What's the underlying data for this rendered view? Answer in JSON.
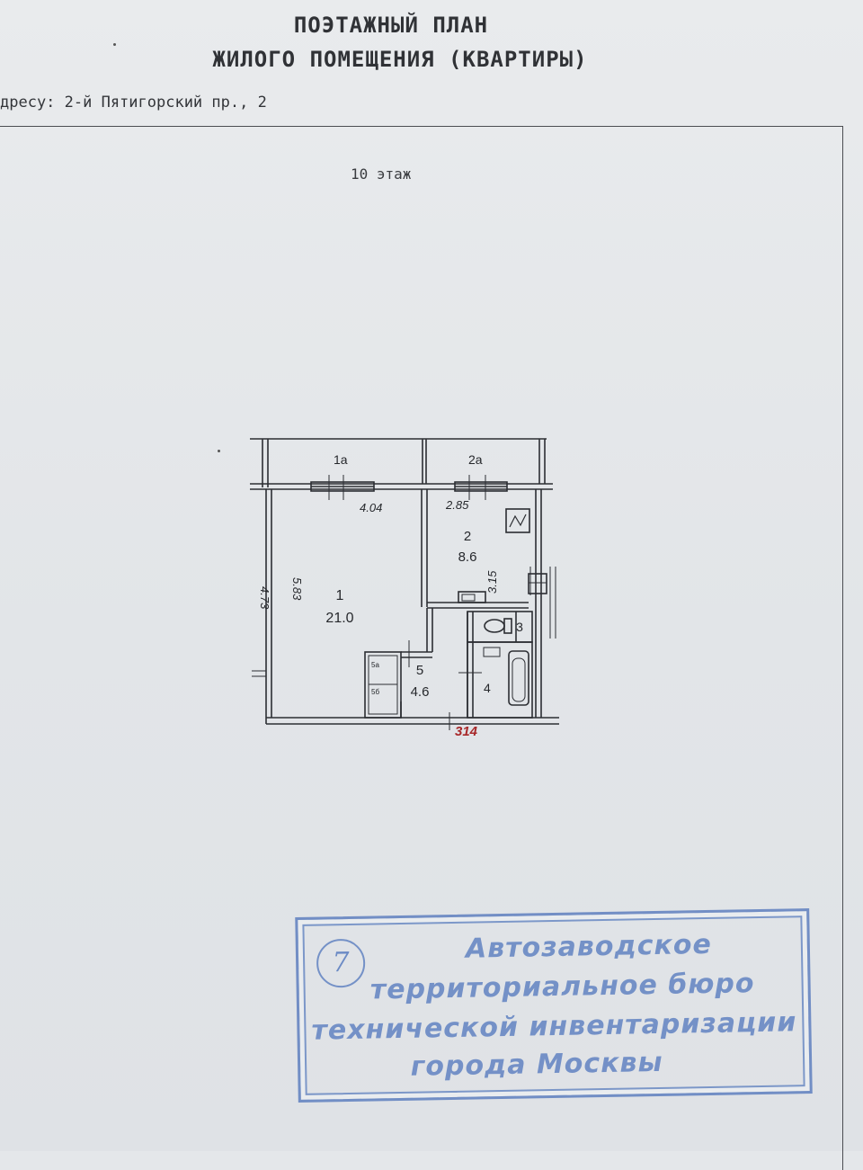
{
  "document": {
    "title_line1": "ПОЭТАЖНЫЙ ПЛАН",
    "title_line2": "ЖИЛОГО ПОМЕЩЕНИЯ (КВАРТИРЫ)",
    "address": "дресу: 2-й Пятигорский пр., 2",
    "floor_label": "10 этаж"
  },
  "plan": {
    "rooms": [
      {
        "id": "1a",
        "label": "1а"
      },
      {
        "id": "2a",
        "label": "2а"
      },
      {
        "id": "1",
        "number": "1",
        "area": "21.0"
      },
      {
        "id": "2",
        "number": "2",
        "area": "8.6"
      },
      {
        "id": "3",
        "number": "3"
      },
      {
        "id": "4",
        "number": "4"
      },
      {
        "id": "5",
        "number": "5",
        "area": "4.6"
      },
      {
        "id": "5a",
        "label": "5а"
      },
      {
        "id": "5b",
        "label": "5б"
      }
    ],
    "dimensions": {
      "d_404": "4.04",
      "d_285": "2.85",
      "d_473": "4.73",
      "d_583": "5.83",
      "d_315": "3.15"
    },
    "apartment_number": "314",
    "apartment_number_color": "#a8282a",
    "line_color": "#2c2e33"
  },
  "stamp": {
    "number": "7",
    "line1": "Автозаводское",
    "line2": "территориальное бюро",
    "line3": "технической инвентаризации",
    "line4": "города Москвы",
    "color": "#466eb9"
  }
}
